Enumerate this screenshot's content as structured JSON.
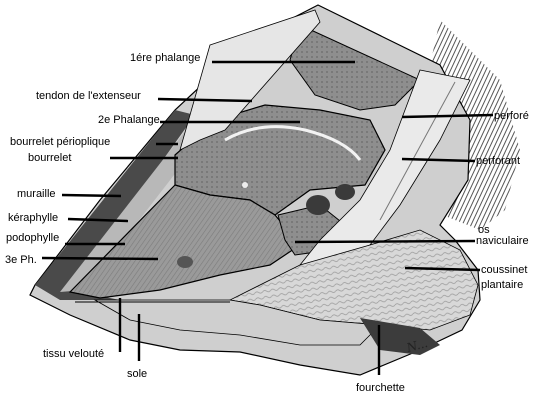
{
  "labels": {
    "premiere_phalange": "1ére phalange",
    "tendon_extenseur": "tendon de l'extenseur",
    "deuxieme_phalange": "2e Phalange",
    "bourrelet_perioplique": "bourrelet périoplique",
    "bourrelet": "bourrelet",
    "muraille": "muraille",
    "keraphylle": "kéraphylle",
    "podophylle": "podophylle",
    "troisieme_phalange": "3e Ph.",
    "tissu_veloute": "tissu velouté",
    "sole": "sole",
    "fourchette": "fourchette",
    "perfore": "perforé",
    "perforant": "perforant",
    "os_naviculaire_1": "os",
    "os_naviculaire_2": "naviculaire",
    "coussinet_plantaire_1": "coussinet",
    "coussinet_plantaire_2": "plantaire"
  },
  "signature": "N...",
  "colors": {
    "ink": "#000000",
    "bone": "#9a9a9a",
    "bone_dark": "#6e6e6e",
    "tendon": "#e2e2e2",
    "horn": "#bdbdbd",
    "cushion": "#d4d4d4",
    "background": "#ffffff"
  }
}
